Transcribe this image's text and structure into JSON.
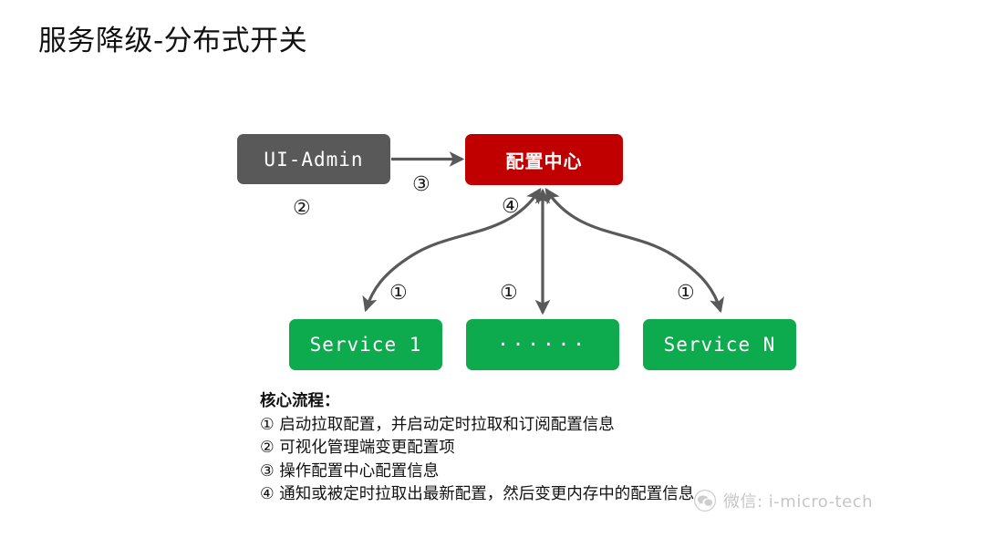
{
  "slide": {
    "title": "服务降级-分布式开关",
    "background_color": "#ffffff"
  },
  "colors": {
    "admin_gray": "#595959",
    "config_red": "#c00000",
    "service_green": "#0eab4e",
    "arrow_gray": "#595959",
    "text_black": "#111111",
    "watermark_gray": "#8a8a8a"
  },
  "nodes": {
    "ui_admin": {
      "label": "UI-Admin",
      "color": "#595959"
    },
    "config_center": {
      "label": "配置中心",
      "color": "#c00000"
    },
    "service_1": {
      "label": "Service 1",
      "color": "#0eab4e"
    },
    "service_mid": {
      "label": "······",
      "color": "#0eab4e"
    },
    "service_n": {
      "label": "Service N",
      "color": "#0eab4e"
    }
  },
  "markers": {
    "admin_step": "②",
    "admin_to_config_step": "③",
    "config_pull_step": "④",
    "service_1_step": "①",
    "service_mid_step": "①",
    "service_n_step": "①"
  },
  "legend": {
    "heading": "核心流程：",
    "lines": [
      "① 启动拉取配置，并启动定时拉取和订阅配置信息",
      "② 可视化管理端变更配置项",
      "③ 操作配置中心配置信息",
      "④ 通知或被定时拉取出最新配置，然后变更内存中的配置信息"
    ]
  },
  "watermark": {
    "text": "微信: i-micro-tech",
    "logo": "wechat-icon"
  }
}
